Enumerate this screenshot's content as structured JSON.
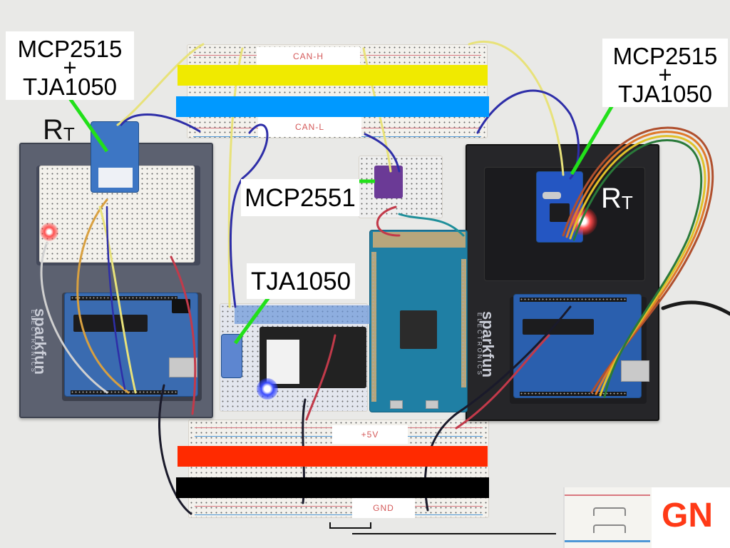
{
  "annotations": {
    "left_module_label": {
      "line1": "MCP2515",
      "line2": "+",
      "line3": "TJA1050"
    },
    "right_module_label": {
      "line1": "MCP2515",
      "line2": "+",
      "line3": "TJA1050"
    },
    "mcp2551_label": "MCP2551",
    "tja1050_label": "TJA1050",
    "rt_left": {
      "main": "R",
      "sub": "T"
    },
    "rt_right": {
      "main": "R",
      "sub": "T"
    }
  },
  "breadboard_labels": {
    "top_high": "CAN-H",
    "top_low": "CAN-L",
    "bottom_power": "+5V",
    "bottom_ground": "GND",
    "inset_ground": "GN"
  },
  "holders": {
    "brand": "sparkfun",
    "sub": "ELECTRONICS"
  },
  "bus_colors": {
    "can_high": "#f0ea00",
    "can_low": "#0099ff",
    "power": "#ff2a00",
    "ground": "#000000",
    "pointer": "#22e01a"
  }
}
